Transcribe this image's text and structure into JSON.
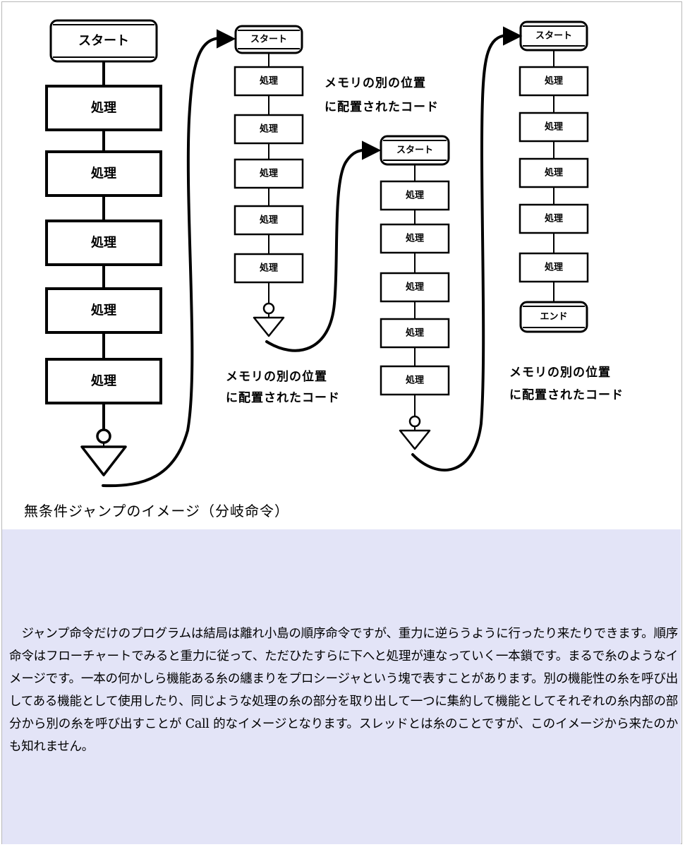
{
  "flowcharts": [
    {
      "start_label": "スタート",
      "steps": [
        "処理",
        "処理",
        "処理",
        "処理",
        "処理"
      ],
      "end": "jump",
      "note": []
    },
    {
      "start_label": "スタート",
      "steps": [
        "処理",
        "処理",
        "処理",
        "処理",
        "処理"
      ],
      "end": "jump",
      "note": [
        "メモリの別の位置",
        "に配置されたコード"
      ]
    },
    {
      "start_label": "スタート",
      "steps": [
        "処理",
        "処理",
        "処理",
        "処理",
        "処理"
      ],
      "end": "jump",
      "note": [
        "メモリの別の位置",
        "に配置されたコード"
      ]
    },
    {
      "start_label": "スタート",
      "steps": [
        "処理",
        "処理",
        "処理",
        "処理",
        "処理"
      ],
      "end": "end",
      "end_label": "エンド",
      "note": [
        "メモリの別の位置",
        "に配置されたコード"
      ]
    }
  ],
  "caption": "無条件ジャンプのイメージ（分岐命令）",
  "paragraph": "ジャンプ命令だけのプログラムは結局は離れ小島の順序命令ですが、重力に逆らうように行ったり来たりできます。順序命令はフローチャートでみると重力に従って、ただひたすらに下へと処理が連なっていく一本鎖です。まるで糸のようなイメージです。一本の何かしら機能ある糸の纏まりをプロシージャという塊で表すことがあります。別の機能性の糸を呼び出してある機能として使用したり、同じような処理の糸の部分を取り出して一つに集約して機能としてそれぞれの糸内部の部分から別の糸を呼び出すことが Call 的なイメージとなります。スレッドとは糸のことですが、このイメージから来たのかも知れません。",
  "colors": {
    "panel_background": "#e3e4f7",
    "line": "#000000"
  }
}
